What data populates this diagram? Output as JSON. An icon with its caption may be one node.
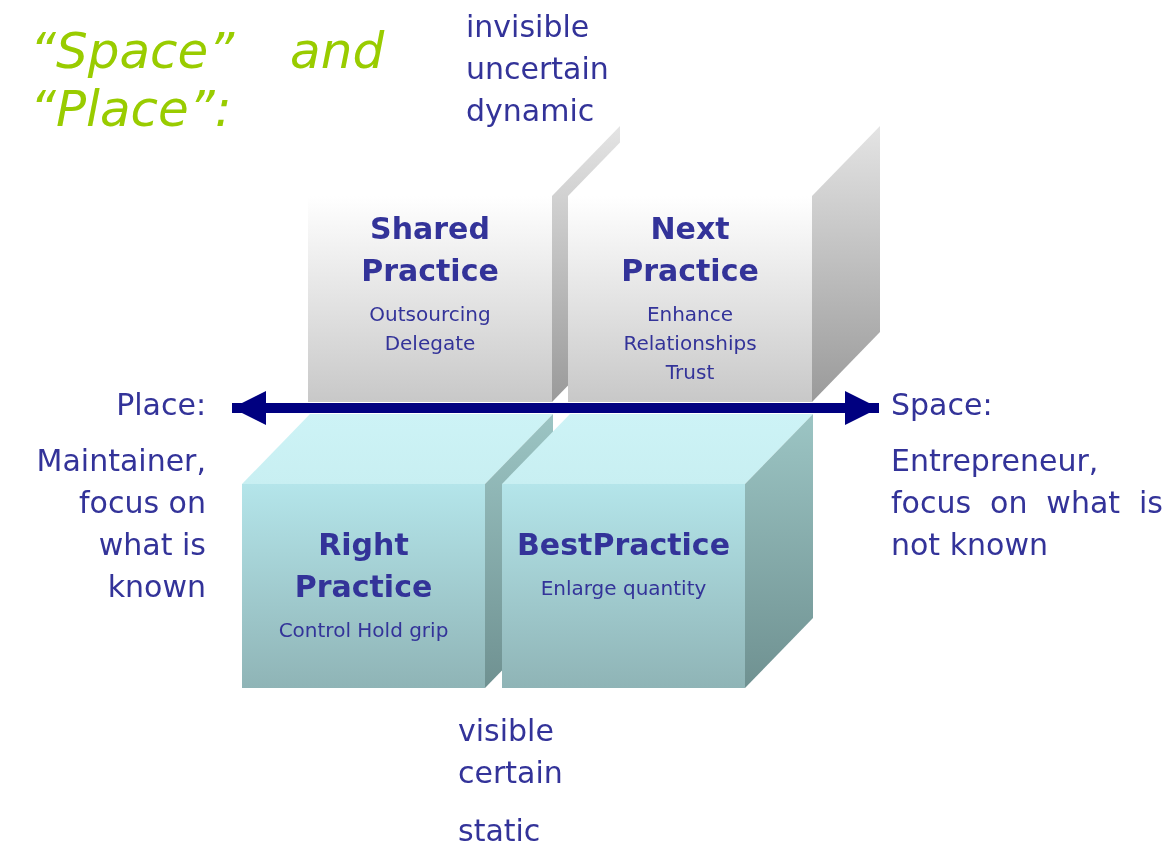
{
  "diagram": {
    "title": "“Space” and “Place”:",
    "nodes": [
      {
        "text": [
          "Shared Practice",
          "Outsourcing Delegate"
        ]
      },
      {
        "text": [
          "Next Practice",
          "Enhance Relationships Trust"
        ]
      },
      {
        "text": [
          "Right Practice",
          "Control Hold grip"
        ]
      },
      {
        "text": [
          "BestPractice",
          "Enlarge quantity"
        ]
      },
      {
        "text": [
          "Place:"
        ]
      },
      {
        "text": [
          "Space:"
        ]
      }
    ],
    "edges": [
      {
        "from": 4,
        "to": 5,
        "arrow": "both"
      }
    ],
    "labels": [
      "invisible",
      "uncertain",
      "dynamic",
      "Maintainer, focus on what is known",
      "Entrepreneur, focus on what is not known",
      "visible",
      "certain",
      "static"
    ]
  }
}
